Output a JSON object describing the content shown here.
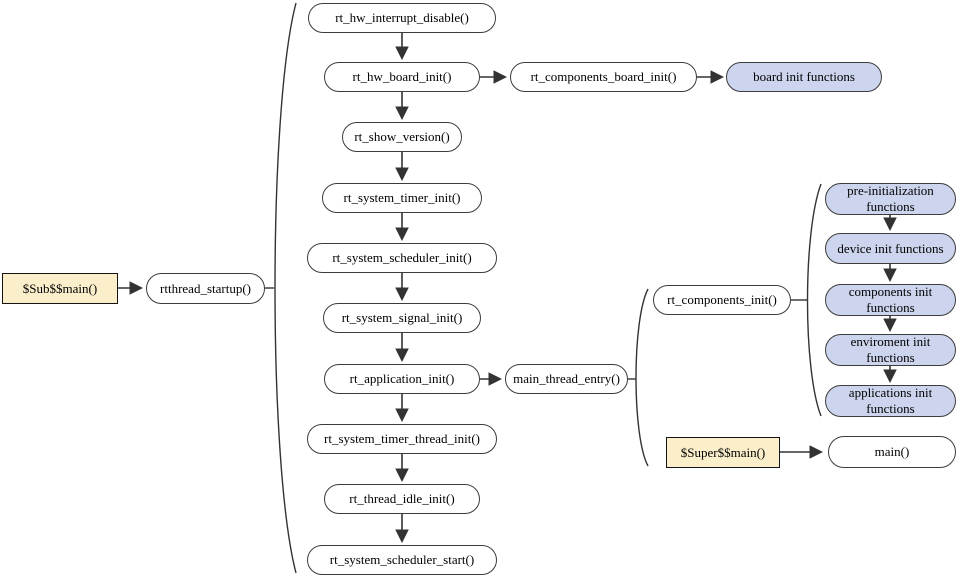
{
  "colors": {
    "node_fill": "#ffffff",
    "highlight_fill": "#fbeecb",
    "accent_fill": "#cdd5ee",
    "pill_border": "#3c3c3c",
    "rect_border": "#141414",
    "line": "#333333"
  },
  "nodes": {
    "sub_main": "$Sub$$main()",
    "rtthread_startup": "rtthread_startup()",
    "main_chain": [
      "rt_hw_interrupt_disable()",
      "rt_hw_board_init()",
      "rt_show_version()",
      "rt_system_timer_init()",
      "rt_system_scheduler_init()",
      "rt_system_signal_init()",
      "rt_application_init()",
      "rt_system_timer_thread_init()",
      "rt_thread_idle_init()",
      "rt_system_scheduler_start()"
    ],
    "components_board_init": "rt_components_board_init()",
    "board_init_functions": "board init functions",
    "main_thread_entry": "main_thread_entry()",
    "rt_components_init": "rt_components_init()",
    "init_chain": [
      "pre-initialization functions",
      "device init functions",
      "components init functions",
      "enviroment init functions",
      "applications init functions"
    ],
    "super_main": "$Super$$main()",
    "main": "main()"
  }
}
